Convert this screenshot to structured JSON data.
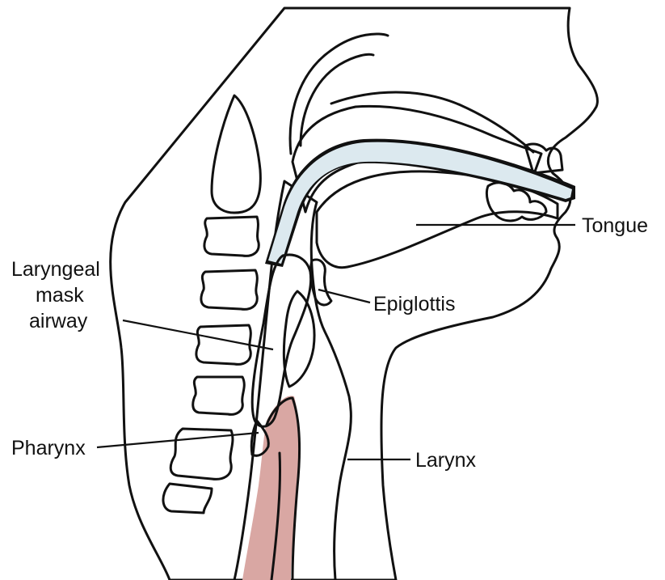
{
  "labels": {
    "tongue": "Tongue",
    "lma_line1": "Laryngeal",
    "lma_line2": "mask",
    "lma_line3": "airway",
    "epiglottis": "Epiglottis",
    "pharynx": "Pharynx",
    "larynx": "Larynx"
  },
  "colors": {
    "skin": "#e4d3bd",
    "vertebra": "#f6ecc4",
    "mucosa": "#c9868a",
    "mucosa_light": "#d9a7a3",
    "deep_red": "#a13a48",
    "tube": "#dce9ef",
    "mask_cuff": "#a9c3d3",
    "outline": "#111111"
  }
}
